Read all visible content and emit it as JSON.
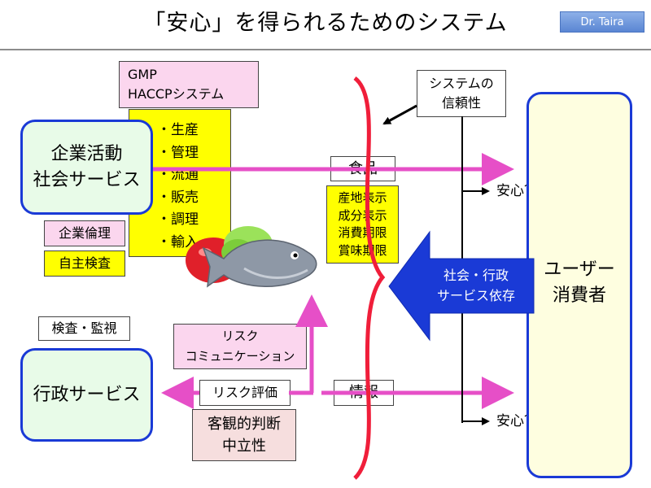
{
  "header": {
    "title": "「安心」を得られるためのシステム",
    "author_badge": "Dr. Taira"
  },
  "colors": {
    "accent_blue": "#1a3ad6",
    "arrow_pink": "#e64fc7",
    "brace_red": "#f01e3a",
    "yellow": "#ffff00",
    "pink_box": "#fbd6ee",
    "green_box": "#e8fbe8",
    "consumer_box": "#fefee0"
  },
  "gmp_box": {
    "line1": "GMP",
    "line2": "HACCPシステム"
  },
  "activities": {
    "items": [
      "・生産",
      "・管理",
      "・流通",
      "・販売",
      "・調理",
      "・輸入"
    ]
  },
  "enterprise": {
    "line1": "企業活動",
    "line2": "社会サービス"
  },
  "ethics": {
    "label": "企業倫理"
  },
  "self_inspection": {
    "label": "自主検査"
  },
  "inspection": {
    "label": "検査・監視"
  },
  "government": {
    "label": "行政サービス"
  },
  "risk_comm": {
    "line1": "リスク",
    "line2": "コミュニケーション"
  },
  "risk_eval": {
    "label": "リスク評価"
  },
  "objective": {
    "line1": "客観的判断",
    "line2": "中立性"
  },
  "food": {
    "label": "食品"
  },
  "labels_box": {
    "items": [
      "産地表示",
      "成分表示",
      "消費期限",
      "賞味期限"
    ]
  },
  "information": {
    "label": "情報"
  },
  "system_trust": {
    "line1": "システムの",
    "line2": "信頼性"
  },
  "anshin_top": {
    "label": "安心？"
  },
  "anshin_bottom": {
    "label": "安心？"
  },
  "dependency": {
    "line1": "社会・行政",
    "line2": "サービス依存"
  },
  "consumer": {
    "line1": "ユーザー",
    "line2": "消費者"
  },
  "illustration": {
    "name": "food-illustration"
  }
}
